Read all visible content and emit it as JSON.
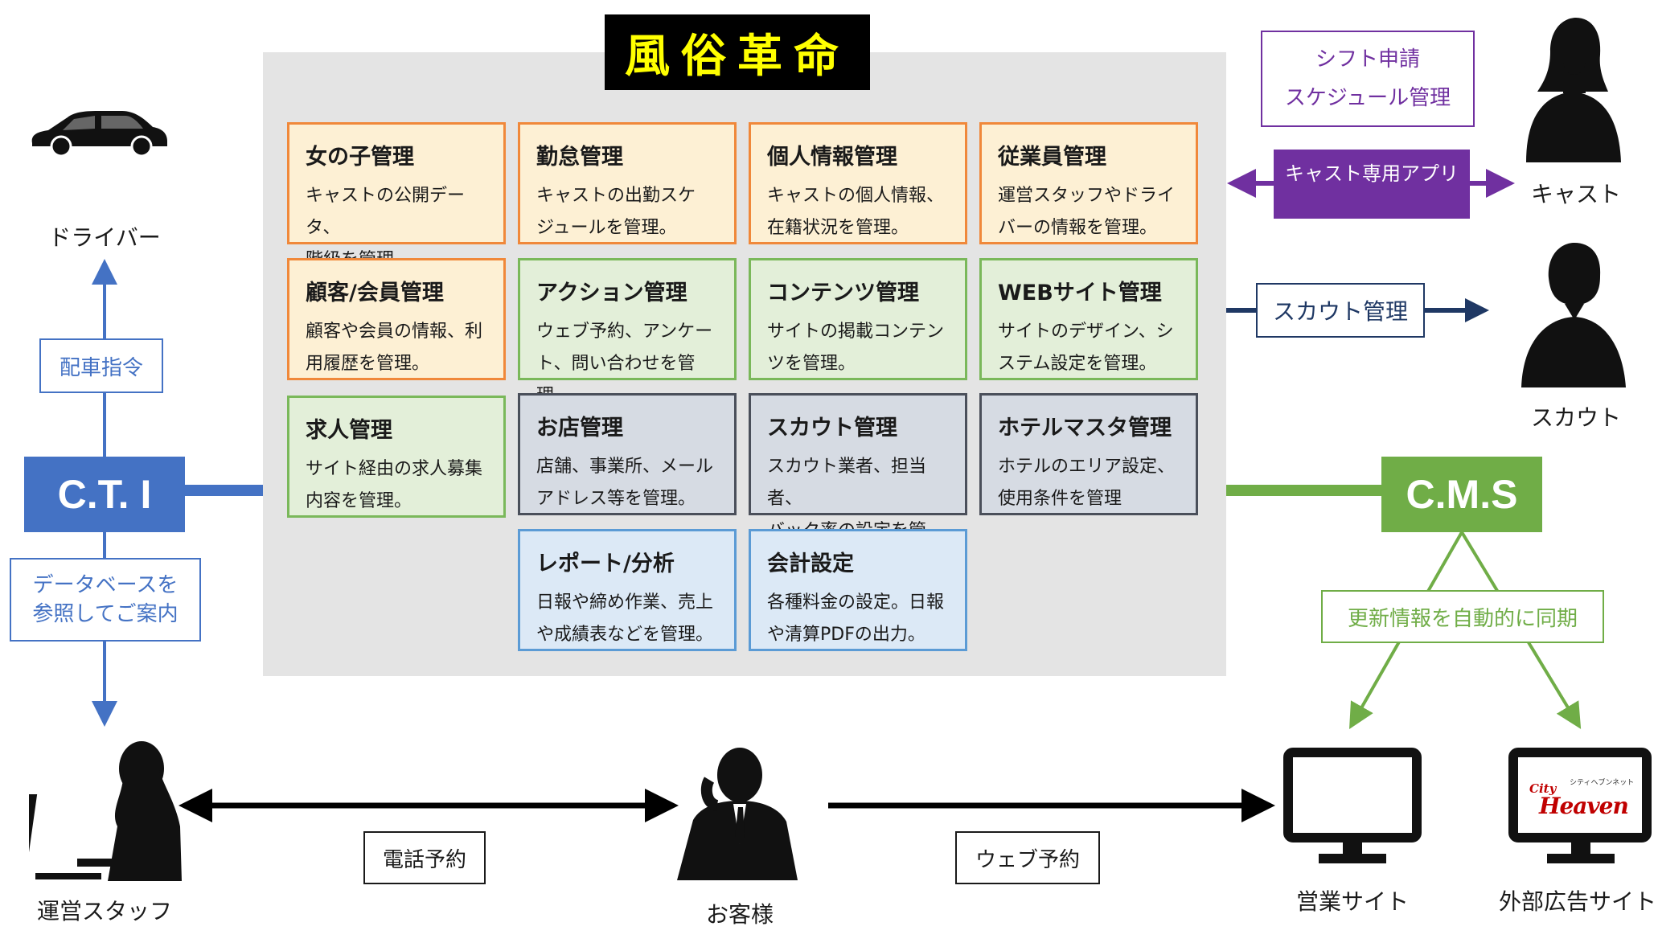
{
  "title": "風俗革命",
  "modules": [
    {
      "title": "女の子管理",
      "desc": [
        "キャストの公開データ、",
        "階級を管理。"
      ],
      "color": "orange"
    },
    {
      "title": "勤怠管理",
      "desc": [
        "キャストの出勤スケ",
        "ジュールを管理。"
      ],
      "color": "orange"
    },
    {
      "title": "個人情報管理",
      "desc": [
        "キャストの個人情報、",
        "在籍状況を管理。"
      ],
      "color": "orange"
    },
    {
      "title": "従業員管理",
      "desc": [
        "運営スタッフやドライ",
        "バーの情報を管理。"
      ],
      "color": "orange"
    },
    {
      "title": "顧客/会員管理",
      "desc": [
        "顧客や会員の情報、利",
        "用履歴を管理。"
      ],
      "color": "orange"
    },
    {
      "title": "アクション管理",
      "desc": [
        "ウェブ予約、アンケー",
        "ト、問い合わせを管理。"
      ],
      "color": "green"
    },
    {
      "title": "コンテンツ管理",
      "desc": [
        "サイトの掲載コンテン",
        "ツを管理。"
      ],
      "color": "green"
    },
    {
      "title": "WEBサイト管理",
      "desc": [
        "サイトのデザイン、シ",
        "ステム設定を管理。"
      ],
      "color": "green"
    },
    {
      "title": "求人管理",
      "desc": [
        "サイト経由の求人募集",
        "内容を管理。"
      ],
      "color": "green"
    },
    {
      "title": "お店管理",
      "desc": [
        "店舗、事業所、メール",
        "アドレス等を管理。"
      ],
      "color": "slate"
    },
    {
      "title": "スカウト管理",
      "desc": [
        "スカウト業者、担当者、",
        "バック率の設定を管理。"
      ],
      "color": "slate"
    },
    {
      "title": "ホテルマスタ管理",
      "desc": [
        "ホテルのエリア設定、",
        "使用条件を管理"
      ],
      "color": "slate"
    },
    {
      "title": "レポート/分析",
      "desc": [
        "日報や締め作業、売上",
        "や成績表などを管理。"
      ],
      "color": "blue"
    },
    {
      "title": "会計設定",
      "desc": [
        "各種料金の設定。日報",
        "や清算PDFの出力。"
      ],
      "color": "blue"
    }
  ],
  "cti": {
    "label": "C.T. I",
    "dispatch_label": "配車指令",
    "db_label": [
      "データベースを",
      "参照してご案内"
    ]
  },
  "cms": {
    "label": "C.M.S",
    "sync_label": "更新情報を自動的に同期"
  },
  "cast_side": {
    "shift_label": [
      "シフト申請",
      "スケジュール管理"
    ],
    "app_label": "キャスト専用アプリ",
    "scout_label": "スカウト管理"
  },
  "actors": {
    "driver": "ドライバー",
    "cast": "キャスト",
    "scout": "スカウト",
    "staff": "運営スタッフ",
    "customer": "お客様",
    "business_site": "営業サイト",
    "ad_site": "外部広告サイト"
  },
  "flows": {
    "phone": "電話予約",
    "web": "ウェブ予約"
  },
  "ad_logo": {
    "line1": "シティヘブンネット",
    "line2": "Heaven",
    "line3": "City"
  },
  "colors": {
    "cti": "#4472c4",
    "cms": "#70ad47",
    "cast_app": "#7030a0",
    "scout": "#1f3864",
    "title_text": "#ffff00"
  }
}
